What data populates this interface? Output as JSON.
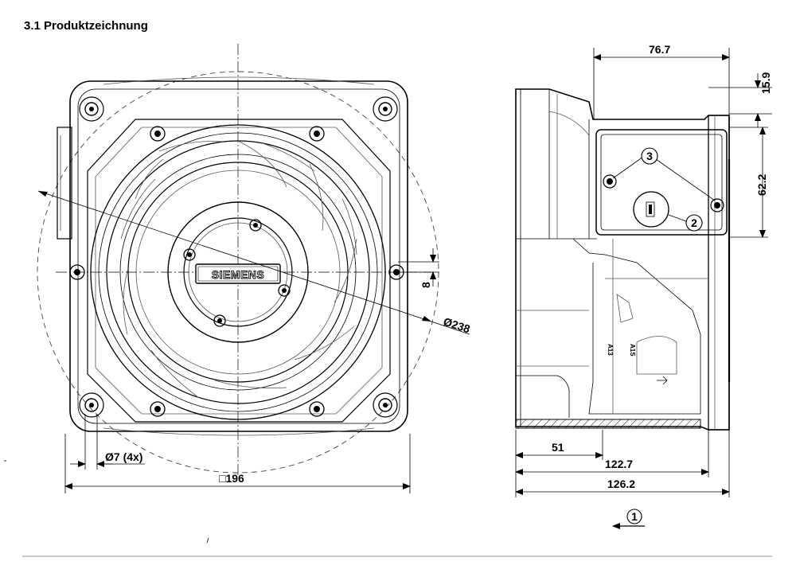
{
  "title": "3.1 Produktzeichnung",
  "brand": "SIEMENS",
  "dimensions": {
    "hole_diameter": "Ø7 (4x)",
    "square_size": "□196",
    "circle_diameter": "Ø238",
    "offset": "8",
    "depth_top": "76.7",
    "flange": "15.9",
    "box_height": "62.2",
    "inner": "51",
    "depth_mid": "122.7",
    "depth_total": "126.2"
  },
  "callouts": {
    "one": "1",
    "two": "2",
    "three": "3"
  },
  "side_labels": {
    "rotated_a": "A13",
    "rotated_b": "A1S"
  }
}
